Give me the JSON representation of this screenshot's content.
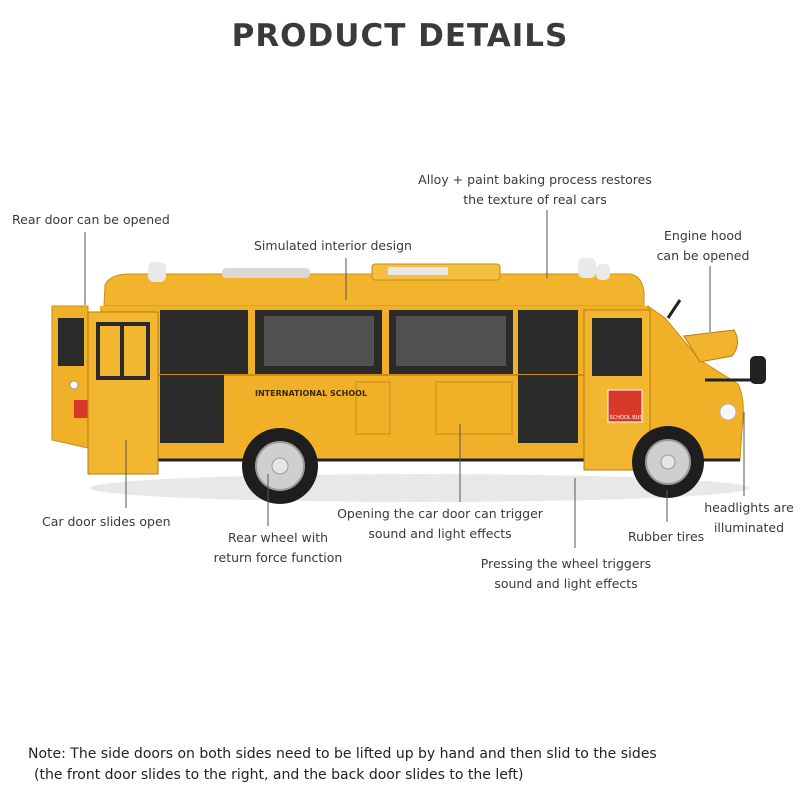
{
  "title": "PRODUCT DETAILS",
  "callouts": {
    "rear_door": "Rear door can be opened",
    "interior": "Simulated interior design",
    "alloy_line1": "Alloy + paint baking process restores",
    "alloy_line2": "the texture of real cars",
    "hood_line1": "Engine hood",
    "hood_line2": "can be opened",
    "slides_open": "Car door slides open",
    "rear_wheel_line1": "Rear wheel with",
    "rear_wheel_line2": "return force function",
    "door_trigger_line1": "Opening the car door can trigger",
    "door_trigger_line2": "sound and light effects",
    "wheel_trigger_line1": "Pressing the wheel triggers",
    "wheel_trigger_line2": "sound and light effects",
    "rubber_tires": "Rubber tires",
    "headlights_line1": "headlights are",
    "headlights_line2": "illuminated"
  },
  "bus": {
    "side_text": "INTERNATIONAL SCHOOL",
    "sign_text": "SCHOOL BUS",
    "body_color": "#f0b028",
    "window_color": "#2a2a2a"
  },
  "note": {
    "line1": "Note: The side doors on both sides need to be lifted up by hand and then slid to the sides",
    "line2": "(the front door slides to the right, and the back door slides to the left)"
  }
}
